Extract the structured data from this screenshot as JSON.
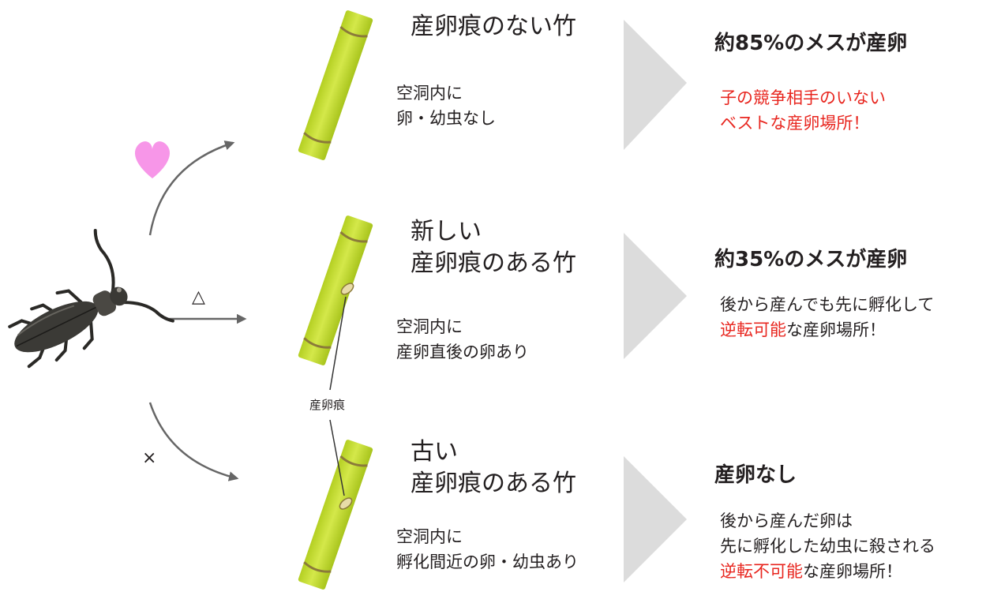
{
  "colors": {
    "bamboo": "#c9e033",
    "bamboo_shade": "#a6c21e",
    "node": "#8b7a3a",
    "arrow": "#666666",
    "triangle": "#dcdcdc",
    "heart": "#f796e8",
    "beetle": "#3b3a36",
    "highlight": "#e8261f"
  },
  "icons": [
    "heart-icon",
    "beetle-icon",
    "bamboo-icon",
    "arrow-icon"
  ],
  "marks": {
    "triangle": "△",
    "cross": "×"
  },
  "scar_label": "産卵痕",
  "rows": [
    {
      "bamboo_title": [
        "産卵痕のない竹"
      ],
      "cavity": [
        "空洞内に",
        "卵・幼虫なし"
      ],
      "result_title": "約85%のメスが産卵",
      "desc_lines": [
        [
          {
            "text": "子の競争相手のいない",
            "red": true
          }
        ],
        [
          {
            "text": "ベストな産卵場所！",
            "red": true
          }
        ]
      ]
    },
    {
      "bamboo_title": [
        "新しい",
        "産卵痕のある竹"
      ],
      "cavity": [
        "空洞内に",
        "産卵直後の卵あり"
      ],
      "result_title": "約35%のメスが産卵",
      "desc_lines": [
        [
          {
            "text": "後から産んでも先に孵化して",
            "red": false
          }
        ],
        [
          {
            "text": "逆転可能",
            "red": true
          },
          {
            "text": "な産卵場所！",
            "red": false
          }
        ]
      ]
    },
    {
      "bamboo_title": [
        "古い",
        "産卵痕のある竹"
      ],
      "cavity": [
        "空洞内に",
        "孵化間近の卵・幼虫あり"
      ],
      "result_title": "産卵なし",
      "desc_lines": [
        [
          {
            "text": "後から産んだ卵は",
            "red": false
          }
        ],
        [
          {
            "text": "先に孵化した幼虫に殺される",
            "red": false
          }
        ],
        [
          {
            "text": "逆転不可能",
            "red": true
          },
          {
            "text": "な産卵場所！",
            "red": false
          }
        ]
      ]
    }
  ]
}
